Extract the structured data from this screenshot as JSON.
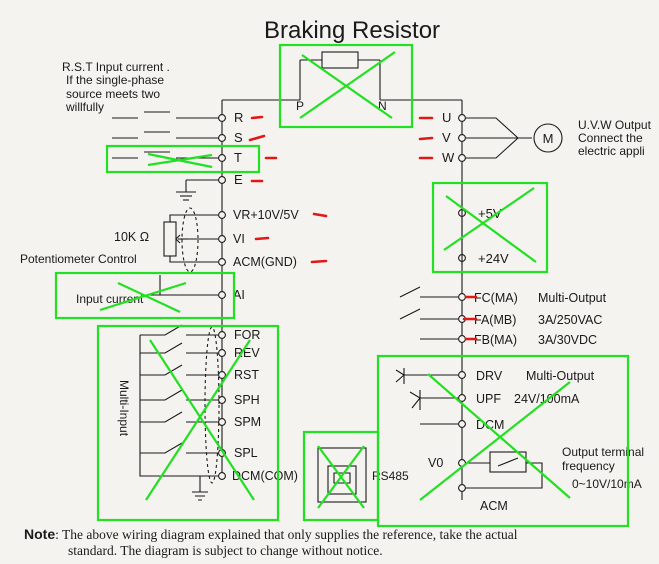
{
  "title": "Braking Resistor",
  "brake": {
    "p": "P",
    "n": "N"
  },
  "input_note": [
    "R.S.T Input current .",
    "If the single-phase",
    "source meets two",
    "willfully"
  ],
  "inputs": [
    "R",
    "S",
    "T",
    "E"
  ],
  "outputs": [
    "U",
    "V",
    "W"
  ],
  "motor": "M",
  "output_note": [
    "U.V.W Output",
    "Connect the",
    "electric appli"
  ],
  "analog": {
    "vr": "VR+10V/5V",
    "vi": "VI",
    "acm": "ACM(GND)",
    "ai": "AI",
    "pot_value": "10K Ω",
    "pot_label": "Potentiometer Control",
    "ai_label": "Input current"
  },
  "supply": {
    "p5": "+5V",
    "p24": "+24V"
  },
  "relay": {
    "label": "Multi-Output",
    "terms": [
      "FC(MA)",
      "FA(MB)",
      "FB(MA)"
    ],
    "ratings": [
      "3A/250VAC",
      "3A/30VDC"
    ]
  },
  "digital_inputs": [
    "FOR",
    "REV",
    "RST",
    "SPH",
    "SPM",
    "SPL",
    "DCM(COM)"
  ],
  "multi_input_label": "Multi-Input",
  "rs485": "RS485",
  "open_collector": {
    "drv": "DRV",
    "upf": "UPF",
    "dcm": "DCM",
    "label": "Multi-Output",
    "rating": "24V/100mA"
  },
  "analog_out": {
    "v0": "V0",
    "acm": "ACM",
    "label1": "Output terminal",
    "label2": "frequency",
    "range": "0~10V/10mA"
  },
  "note": {
    "key": "Note",
    "line1": ": The above wiring diagram explained that only supplies the reference, take the actual",
    "line2": "standard. The diagram is subject to change without notice."
  },
  "colors": {
    "annotation_box": "#22e022",
    "marker": "#e01818",
    "ink": "#1a1a1a"
  }
}
